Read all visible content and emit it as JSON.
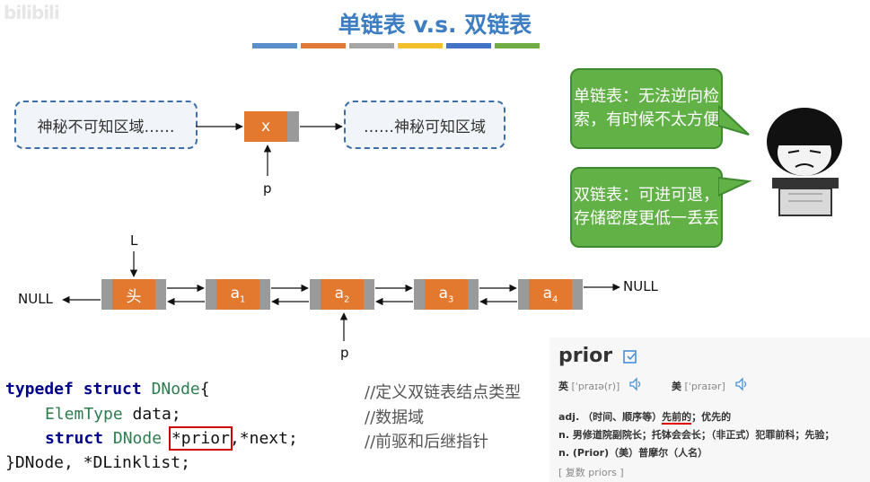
{
  "watermark": "bilibili",
  "title": "单链表 v.s. 双链表",
  "accent_bars": [
    "#5b8fc9",
    "#e0783a",
    "#a5a5a5",
    "#f2c02c",
    "#4472c4",
    "#70ad47"
  ],
  "single_list": {
    "left_region": "神秘不可知区域……",
    "node_label": "x",
    "right_region": "……神秘可知区域",
    "pointer_label": "p"
  },
  "double_list": {
    "head_pointer": "L",
    "head_label": "头",
    "nodes": [
      {
        "base": "a",
        "sub": "1"
      },
      {
        "base": "a",
        "sub": "2"
      },
      {
        "base": "a",
        "sub": "3"
      },
      {
        "base": "a",
        "sub": "4"
      }
    ],
    "null_left": "NULL",
    "null_right": "NULL",
    "pointer_label": "p"
  },
  "bubbles": {
    "single": "单链表：无法逆向检索，有时候不太方便",
    "double": "双链表：可进可退，存储密度更低一丢丢"
  },
  "code": {
    "line1": {
      "kw1": "typedef",
      "kw2": "struct",
      "name": "DNode",
      "brace": "{"
    },
    "line2": {
      "type": "ElemType",
      "rest": " data;"
    },
    "line3": {
      "kw": "struct",
      "type": "DNode",
      "space": " ",
      "prior": "*prior",
      "rest": ",*next;"
    },
    "line4": {
      "text": "}DNode, *DLinklist;"
    },
    "comments": [
      "//定义双链表结点类型",
      "//数据域",
      "//前驱和后继指针"
    ]
  },
  "dictionary": {
    "word": "prior",
    "uk_label": "英",
    "uk_phonetic": "[ˈpraɪə(r)]",
    "us_label": "美",
    "us_phonetic": "[ˈpraɪər]",
    "def1_pos": "adj.",
    "def1_text_a": "（时间、顺序等）",
    "def1_highlight": "先前的",
    "def1_text_b": "；优先的",
    "def2": "n. 男修道院副院长；托钵会会长；（非正式）犯罪前科；先验；",
    "def3": "n. (Prior)（美）普摩尔（人名）",
    "plural": "[ 复数 priors ]"
  }
}
